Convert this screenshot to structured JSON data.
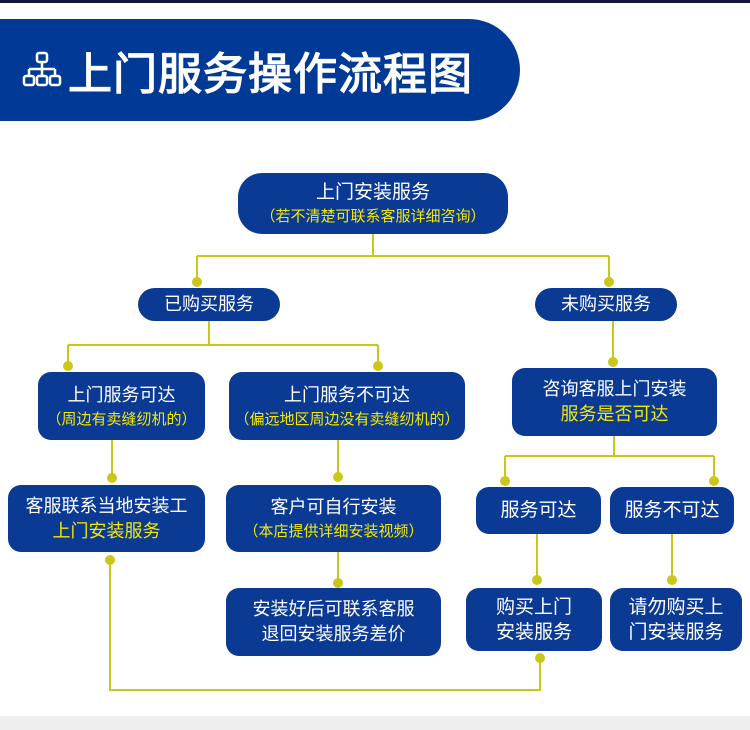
{
  "header": {
    "title": "上门服务操作流程图",
    "icon": "org-chart-icon"
  },
  "colors": {
    "blue": "#0a3a94",
    "banner": "#003a96",
    "yellow_text": "#f4e800",
    "connector": "#c9c81a"
  },
  "nodes": {
    "top": {
      "line1": "上门安装服务",
      "line2": "（若不清楚可联系客服详细咨询）"
    },
    "bought": {
      "line1": "已购买服务"
    },
    "not_bought": {
      "line1": "未购买服务"
    },
    "reachable": {
      "line1": "上门服务可达",
      "line2": "（周边有卖缝纫机的）"
    },
    "unreachable": {
      "line1": "上门服务不可达",
      "line2": "（偏远地区周边没有卖缝纫机的）"
    },
    "consult": {
      "line1": "咨询客服上门安装",
      "line2": "服务是否可达"
    },
    "local_installer": {
      "line1": "客服联系当地安装工",
      "line2": "上门安装服务"
    },
    "self_install": {
      "line1": "客户可自行安装",
      "line2": "（本店提供详细安装视频）"
    },
    "service_ok": {
      "line1": "服务可达"
    },
    "service_no": {
      "line1": "服务不可达"
    },
    "refund": {
      "line1": "安装好后可联系客服",
      "line2": "退回安装服务差价"
    },
    "buy": {
      "line1": "购买上门",
      "line2": "安装服务"
    },
    "no_buy": {
      "line1": "请勿购买上",
      "line2": "门安装服务"
    }
  }
}
